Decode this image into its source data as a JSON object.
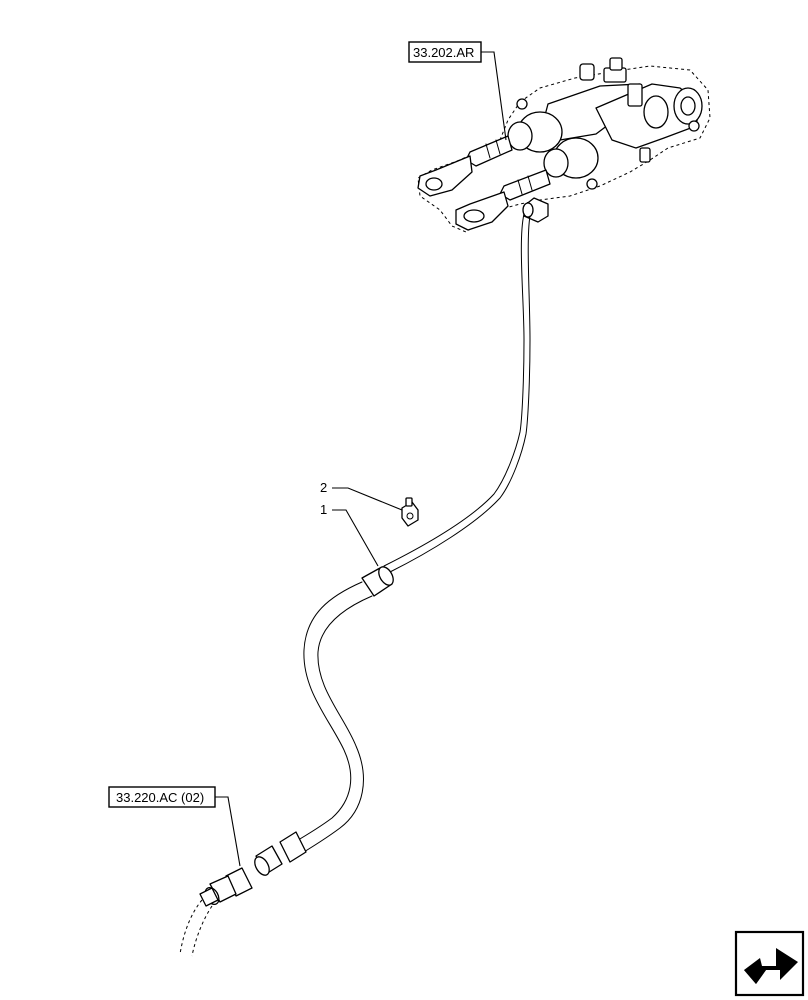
{
  "references": {
    "valve_ref": "33.202.AR",
    "coupler_ref": "33.220.AC (02)"
  },
  "callouts": {
    "item_1": "1",
    "item_2": "2"
  },
  "icons": {
    "corner": "next-page-arrow-icon"
  }
}
